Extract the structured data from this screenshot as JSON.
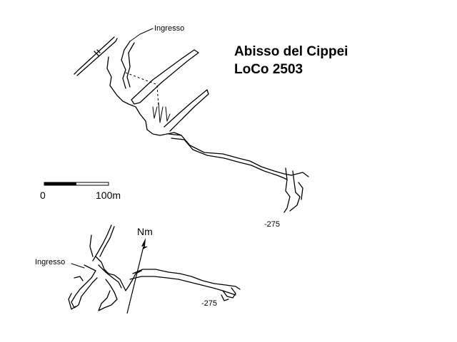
{
  "title": {
    "line1": "Abisso del Cippei",
    "line2": "LoCo 2503"
  },
  "section": {
    "entrance_label": "Ingresso",
    "depth_label": "-275"
  },
  "plan": {
    "entrance_label": "Ingresso",
    "depth_label": "-275",
    "north_label": "Nm"
  },
  "scale_bar": {
    "start_label": "0",
    "end_label": "100m"
  }
}
